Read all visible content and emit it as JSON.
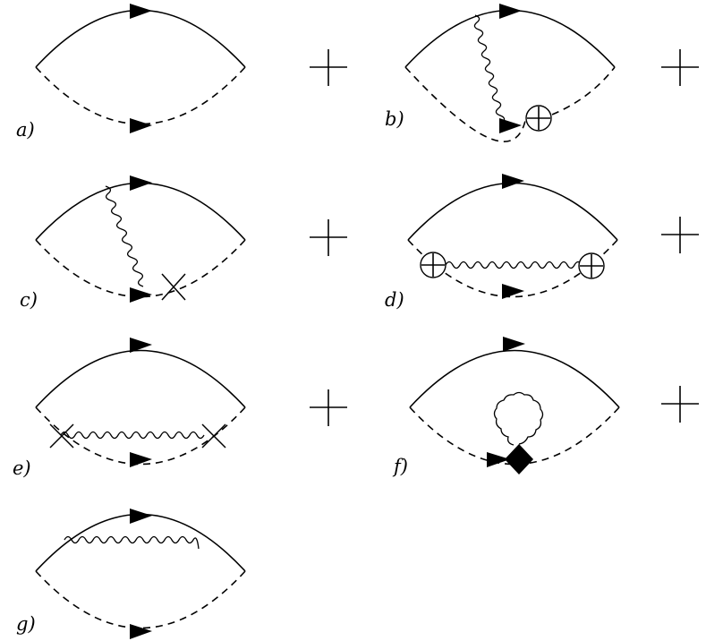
{
  "diagrams": [
    {
      "id": "a",
      "label": "a)",
      "insertion": "none",
      "followed_by_plus": true
    },
    {
      "id": "b",
      "label": "b)",
      "insertion": "photon-to-oplus-vertex",
      "followed_by_plus": true
    },
    {
      "id": "c",
      "label": "c)",
      "insertion": "photon-to-cross-vertex",
      "followed_by_plus": true
    },
    {
      "id": "d",
      "label": "d)",
      "insertion": "photon-between-two-oplus-vertices",
      "followed_by_plus": true
    },
    {
      "id": "e",
      "label": "e)",
      "insertion": "photon-between-two-cross-vertices",
      "followed_by_plus": true
    },
    {
      "id": "f",
      "label": "f)",
      "insertion": "photon-loop-at-diamond-vertex",
      "followed_by_plus": true
    },
    {
      "id": "g",
      "label": "g)",
      "insertion": "photon-self-energy-on-solid-line",
      "followed_by_plus": false
    }
  ],
  "colors": {
    "stroke": "#000000",
    "background": "#ffffff"
  }
}
